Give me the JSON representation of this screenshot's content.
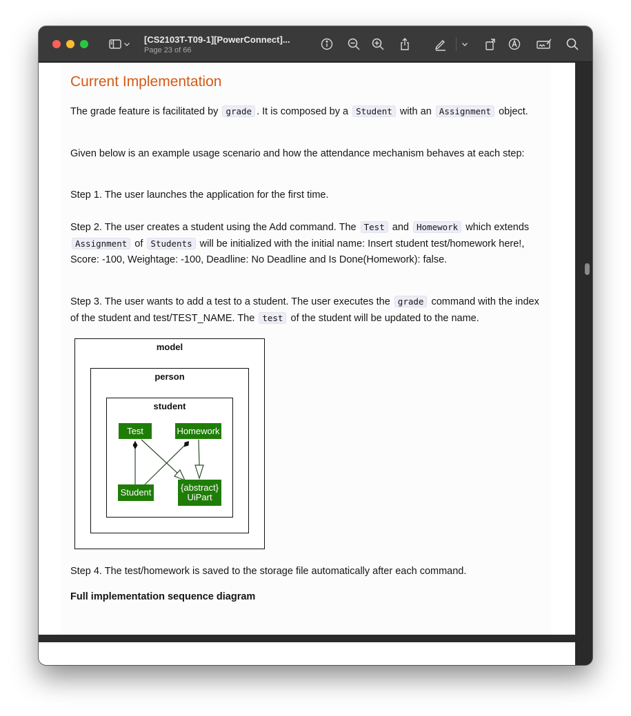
{
  "window": {
    "title": "[CS2103T-T09-1][PowerConnect]...",
    "subtitle": "Page 23 of 66"
  },
  "toolbar": {
    "icons": [
      "sidebar-icon",
      "chevron-down-icon",
      "info-icon",
      "zoom-out-icon",
      "zoom-in-icon",
      "share-icon",
      "highlight-icon",
      "chevron-down-icon",
      "rotate-icon",
      "markup-icon",
      "form-fill-icon",
      "search-icon"
    ]
  },
  "page": {
    "heading": "Current Implementation",
    "p1": {
      "t1": "The grade feature is facilitated by",
      "c1": "grade",
      "t2": ". It is composed by a",
      "c2": "Student",
      "t3": "with an",
      "c3": "Assignment",
      "t4": "object."
    },
    "p2": "Given below is an example usage scenario and how the attendance mechanism behaves at each step:",
    "p3": "Step 1. The user launches the application for the first time.",
    "p4": {
      "t1": "Step 2. The user creates a student using the Add command. The",
      "c1": "Test",
      "t2": "and",
      "c2": "Homework",
      "t3": "which extends",
      "c3": "Assignment",
      "t4": "of",
      "c4": "Students",
      "t5": "will be initialized with the initial name: Insert student test/homework here!, Score: -100, Weightage: -100, Deadline: No Deadline and Is Done(Homework): false."
    },
    "p5": {
      "t1": "Step 3. The user wants to add a test to a student. The user executes the",
      "c1": "grade",
      "t2": "command with the index of the student and test/TEST_NAME. The",
      "c2": "test",
      "t3": "of the student will be updated to the name."
    },
    "diagram": {
      "pkg_model": "model",
      "pkg_person": "person",
      "pkg_student": "student",
      "cls_test": "Test",
      "cls_homework": "Homework",
      "cls_student": "Student",
      "cls_uipart_l1": "{abstract}",
      "cls_uipart_l2": "UiPart",
      "class_color": "#1f7d07"
    },
    "p6": "Step 4. The test/homework is saved to the storage file automatically after each command.",
    "p7": "Full implementation sequence diagram"
  }
}
